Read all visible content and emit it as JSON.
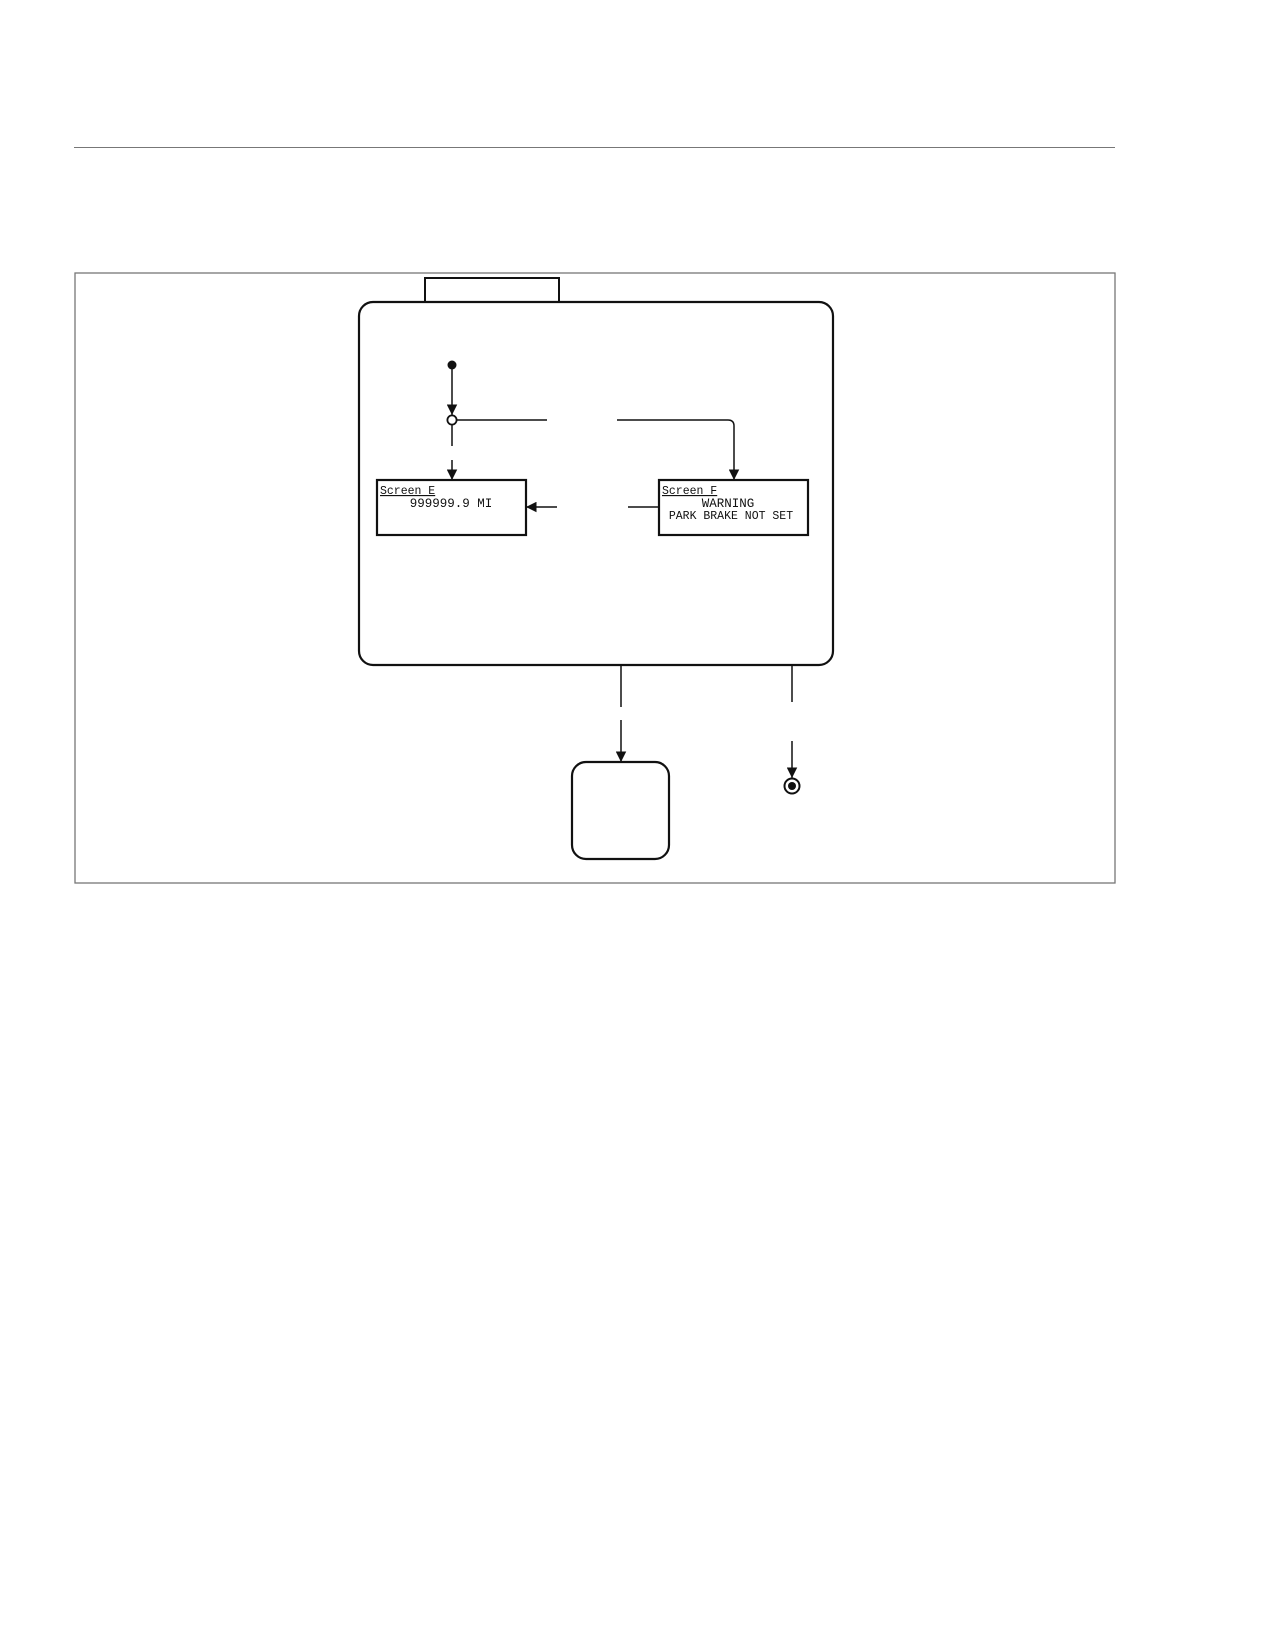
{
  "screen_e": {
    "label": "Screen E",
    "line1": "999999.9 MI"
  },
  "screen_f": {
    "label": "Screen F",
    "line1": "WARNING",
    "line2": "PARK BRAKE NOT SET"
  }
}
